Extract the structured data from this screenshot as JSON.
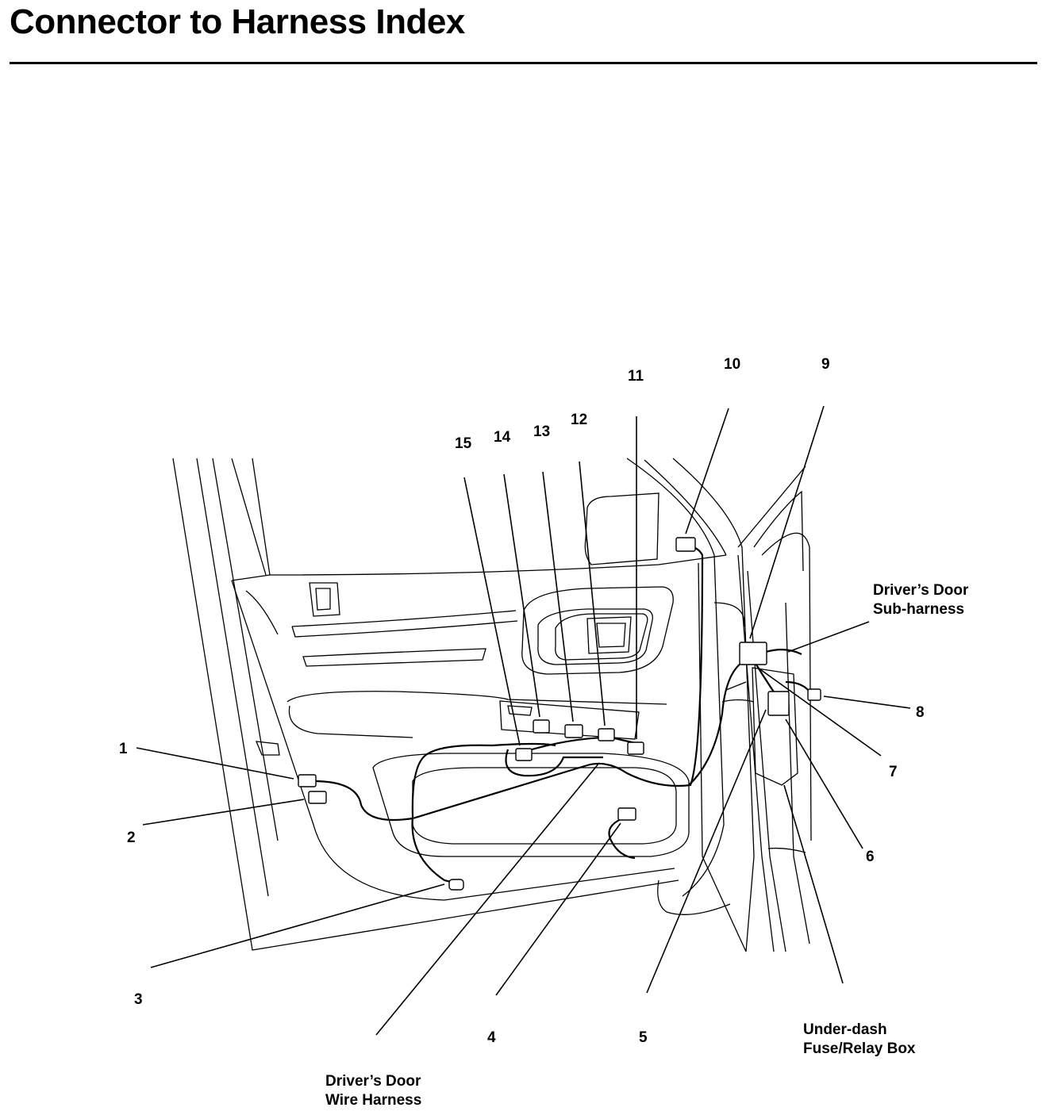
{
  "title": "Connector to Harness Index",
  "callouts": [
    {
      "id": "1",
      "label": "1"
    },
    {
      "id": "2",
      "label": "2"
    },
    {
      "id": "3",
      "label": "3"
    },
    {
      "id": "4",
      "label": "4"
    },
    {
      "id": "5",
      "label": "5"
    },
    {
      "id": "6",
      "label": "6"
    },
    {
      "id": "7",
      "label": "7"
    },
    {
      "id": "8",
      "label": "8"
    },
    {
      "id": "9",
      "label": "9"
    },
    {
      "id": "10",
      "label": "10"
    },
    {
      "id": "11",
      "label": "11"
    },
    {
      "id": "12",
      "label": "12"
    },
    {
      "id": "13",
      "label": "13"
    },
    {
      "id": "14",
      "label": "14"
    },
    {
      "id": "15",
      "label": "15"
    }
  ],
  "labels": {
    "sub_harness": [
      "Driver’s Door",
      "Sub-harness"
    ],
    "fuse_box": [
      "Under-dash",
      "Fuse/Relay Box"
    ],
    "wire_harness": [
      "Driver’s Door",
      "Wire Harness"
    ]
  }
}
